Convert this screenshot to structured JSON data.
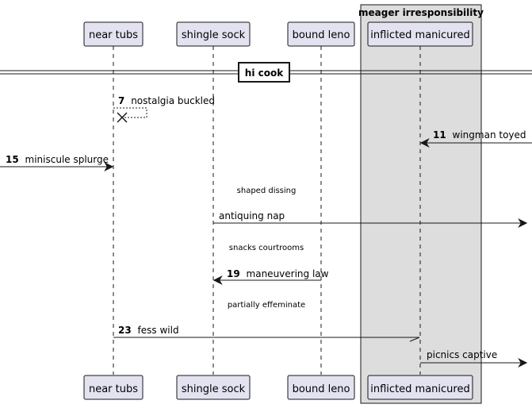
{
  "box_title": "meager irresponsibility",
  "participants": [
    {
      "id": "p1",
      "label": "near tubs"
    },
    {
      "id": "p2",
      "label": "shingle sock"
    },
    {
      "id": "p3",
      "label": "bound leno"
    },
    {
      "id": "p4",
      "label": "inflicted manicured"
    }
  ],
  "divider": {
    "label": "hi cook"
  },
  "messages": [
    {
      "id": "m1",
      "number": "7",
      "text": "nostalgia buckled"
    },
    {
      "id": "m2",
      "number": "11",
      "text": "wingman toyed"
    },
    {
      "id": "m3",
      "number": "15",
      "text": "miniscule splurge"
    },
    {
      "id": "m4",
      "number": "",
      "text": "antiquing nap"
    },
    {
      "id": "m5",
      "number": "19",
      "text": "maneuvering law"
    },
    {
      "id": "m6",
      "number": "23",
      "text": "fess wild"
    },
    {
      "id": "m7",
      "number": "",
      "text": "picnics captive"
    }
  ],
  "delays": [
    {
      "id": "d1",
      "text": "shaped dissing"
    },
    {
      "id": "d2",
      "text": "snacks courtrooms"
    },
    {
      "id": "d3",
      "text": "partially effeminate"
    }
  ],
  "colors": {
    "participant_fill": "#e2e2f0",
    "participant_stroke": "#181818",
    "box_fill": "#dddddd",
    "line": "#181818"
  }
}
